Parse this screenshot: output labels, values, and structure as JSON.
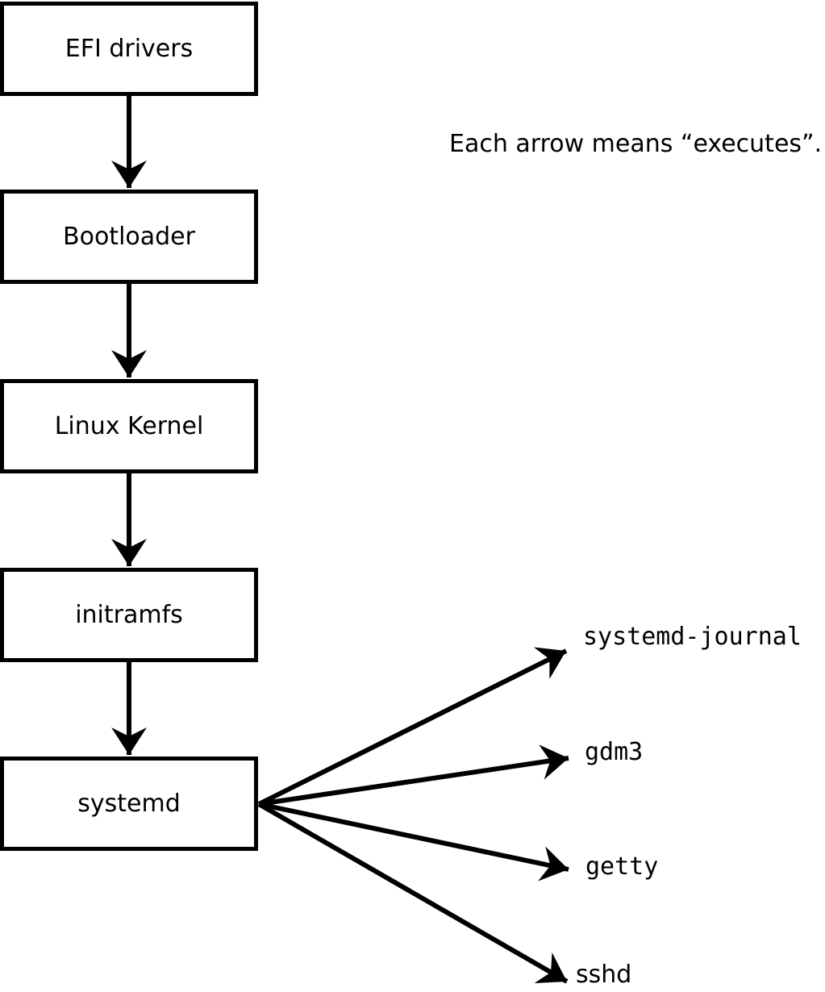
{
  "note": "Each arrow means “executes”.",
  "arrow_meaning": "executes",
  "nodes": [
    {
      "id": "efi-drivers",
      "label": "EFI drivers"
    },
    {
      "id": "bootloader",
      "label": "Bootloader"
    },
    {
      "id": "linux-kernel",
      "label": "Linux Kernel"
    },
    {
      "id": "initramfs",
      "label": "initramfs"
    },
    {
      "id": "systemd",
      "label": "systemd"
    }
  ],
  "targets": [
    {
      "id": "systemd-journal",
      "label": "systemd-journal"
    },
    {
      "id": "gdm3",
      "label": "gdm3"
    },
    {
      "id": "getty",
      "label": "getty"
    },
    {
      "id": "sshd",
      "label": "sshd"
    }
  ],
  "edges": [
    {
      "from": "EFI drivers",
      "to": "Bootloader"
    },
    {
      "from": "Bootloader",
      "to": "Linux Kernel"
    },
    {
      "from": "Linux Kernel",
      "to": "initramfs"
    },
    {
      "from": "initramfs",
      "to": "systemd"
    },
    {
      "from": "systemd",
      "to": "systemd-journal"
    },
    {
      "from": "systemd",
      "to": "gdm3"
    },
    {
      "from": "systemd",
      "to": "getty"
    },
    {
      "from": "systemd",
      "to": "sshd"
    }
  ],
  "colors": {
    "stroke": "#000000",
    "text": "#000000",
    "box_fill": "#ffffff",
    "background": "#ffffff"
  }
}
